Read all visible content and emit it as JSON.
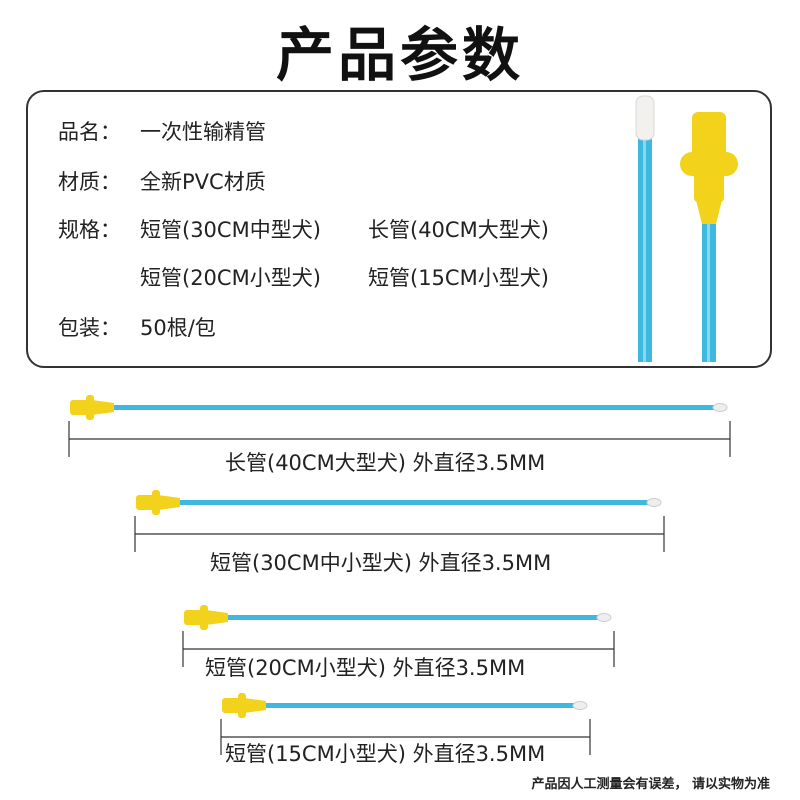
{
  "title": "产品参数",
  "specs": {
    "name_label": "品名：",
    "name_value": "一次性输精管",
    "material_label": "材质：",
    "material_value": "全新PVC材质",
    "size_label": "规格：",
    "size_values": [
      "短管(30CM中型犬)",
      "长管(40CM大型犬)",
      "短管(20CM小型犬)",
      "短管(15CM小型犬)"
    ],
    "package_label": "包装：",
    "package_value": "50根/包"
  },
  "tubes": [
    {
      "caption": "长管(40CM大型犬) 外直径3.5MM",
      "length_cm": 40
    },
    {
      "caption": "短管(30CM中小型犬) 外直径3.5MM",
      "length_cm": 30
    },
    {
      "caption": "短管(20CM小型犬) 外直径3.5MM",
      "length_cm": 20
    },
    {
      "caption": "短管(15CM小型犬) 外直径3.5MM",
      "length_cm": 15
    }
  ],
  "footer_note": "产品因人工测量会有误差，  请以实物为准",
  "colors": {
    "tube_blue": "#3fb8e0",
    "connector_yellow": "#f2d21b",
    "tip_white": "#eeeeee",
    "border": "#333333"
  }
}
